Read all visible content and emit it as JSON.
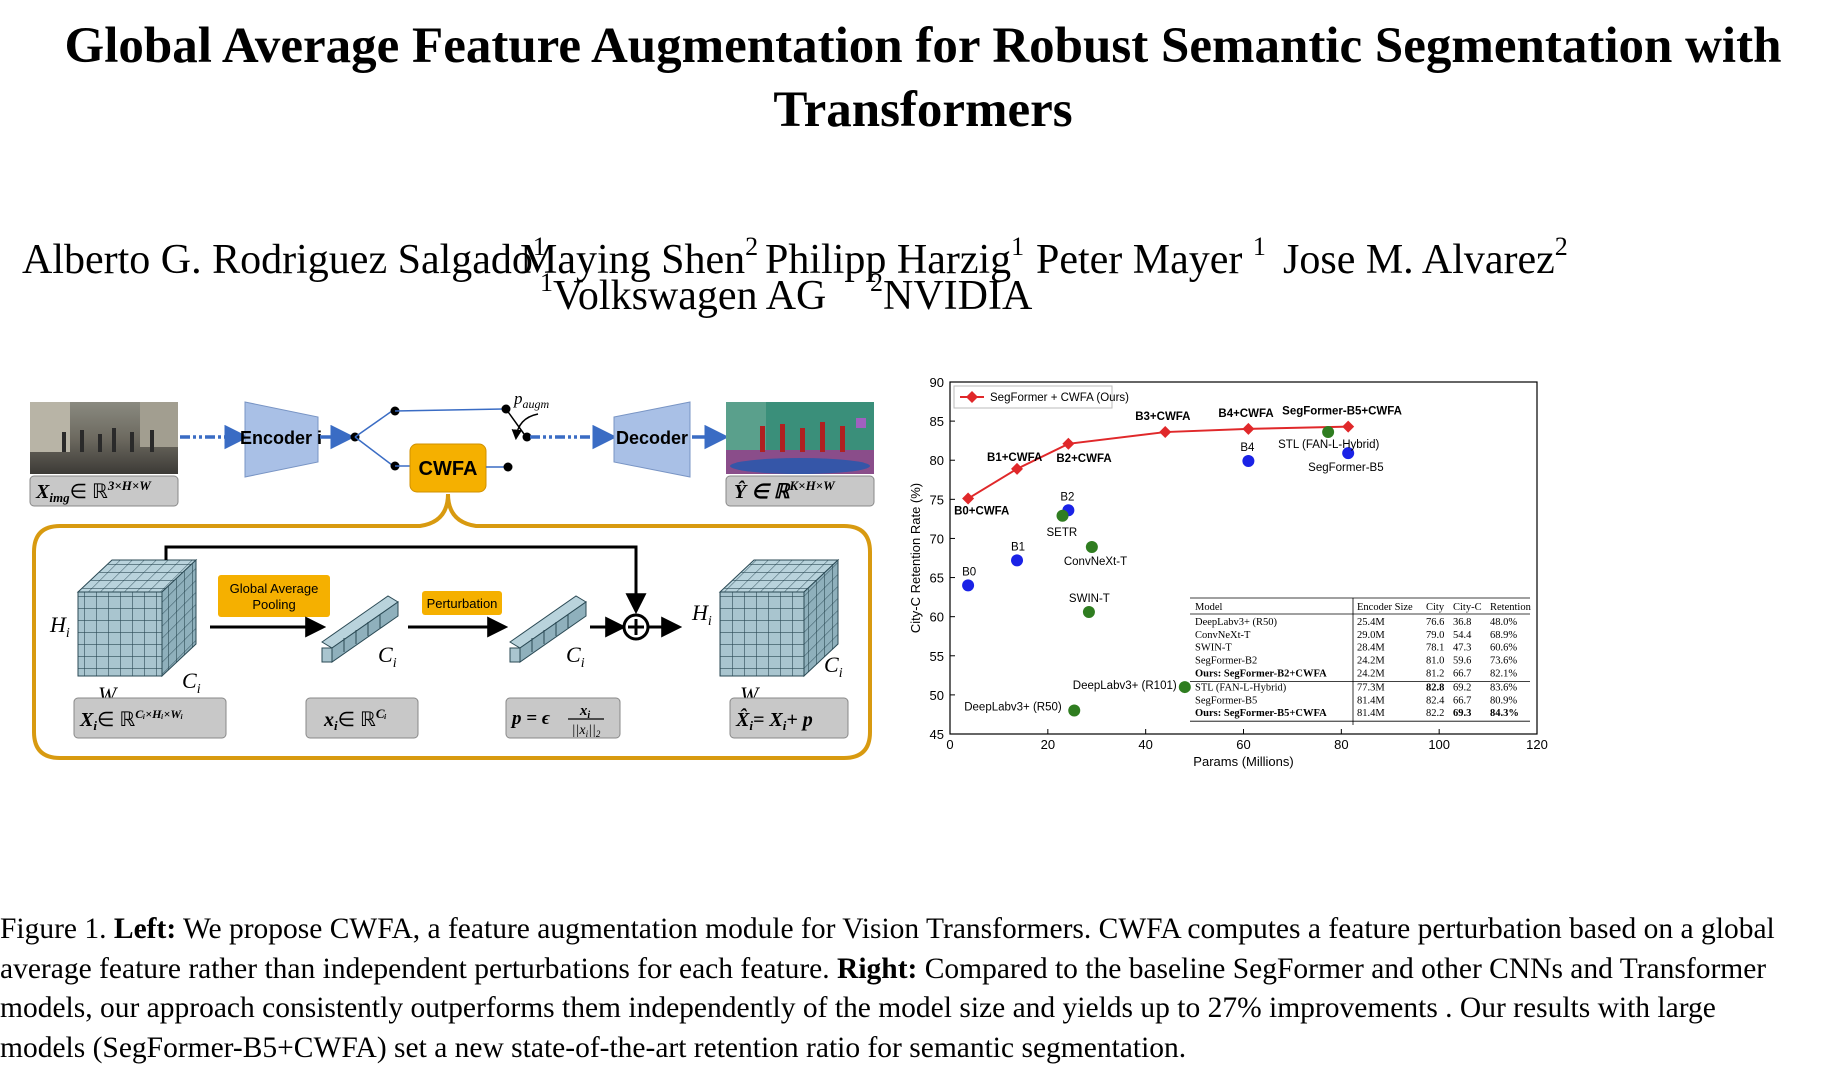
{
  "title": "Global Average Feature Augmentation for Robust Semantic Segmentation with Transformers",
  "authors": [
    {
      "name": "Alberto G. Rodriguez Salgado",
      "aff": "1"
    },
    {
      "name": "Maying Shen",
      "aff": "2"
    },
    {
      "name": "Philipp Harzig",
      "aff": "1"
    },
    {
      "name": "Peter Mayer",
      "aff": "1"
    },
    {
      "name": "Jose M. Alvarez",
      "aff": "2"
    }
  ],
  "affiliations": [
    {
      "num": "1",
      "name": "Volkswagen AG"
    },
    {
      "num": "2",
      "name": "NVIDIA"
    }
  ],
  "diagram": {
    "encoder": "Encoder i",
    "decoder": "Decoder",
    "cwfa": "CWFA",
    "p_augm": "p",
    "p_augm_sub": "augm",
    "gap": [
      "Global Average",
      "Pooling"
    ],
    "perturbation": "Perturbation",
    "x_img": "X",
    "x_img_sub": "img",
    "x_img_rest": "∈ ℝ",
    "x_img_sup": "3×H×W",
    "y_hat": "Ŷ ∈ ℝ",
    "y_hat_sup": "K×H×W",
    "Hi": "H",
    "Wi": "W",
    "Ci": "C",
    "i": "i",
    "xi_box": "X",
    "xi_box_rest": "∈ ℝ",
    "xi_box_sup": "Cᵢ×Hᵢ×Wᵢ",
    "vec_box": "x",
    "vec_box_rest": "∈ ℝ",
    "vec_box_sup": "Cᵢ",
    "p_box_lhs": "p = ϵ",
    "p_box_num": "x",
    "p_box_den": "||x",
    "p_box_den_tail": "||",
    "p_box_den_sub2": "2",
    "out_box": "X̂",
    "out_box_rest": "= X",
    "out_box_tail": "+ p"
  },
  "chart_data": {
    "type": "scatter",
    "title": "",
    "xlabel": "Params (Millions)",
    "ylabel": "City-C Retention Rate (%)",
    "xlim": [
      0,
      120
    ],
    "ylim": [
      45,
      90
    ],
    "xticks": [
      0,
      20,
      40,
      60,
      80,
      100,
      120
    ],
    "yticks": [
      45,
      50,
      55,
      60,
      65,
      70,
      75,
      80,
      85,
      90
    ],
    "legend": {
      "label": "SegFormer + CWFA (Ours)",
      "placement": "top-left"
    },
    "colors": {
      "ours": "#e0282a",
      "segformer": "#1a22e6",
      "other": "#2f7d20"
    },
    "series": [
      {
        "name": "SegFormer + CWFA (Ours)",
        "style": "line-diamond",
        "points": [
          {
            "x": 3.7,
            "y": 75.1,
            "label": "B0+CWFA"
          },
          {
            "x": 13.7,
            "y": 78.9,
            "label": "B1+CWFA"
          },
          {
            "x": 24.2,
            "y": 82.1,
            "label": "B2+CWFA"
          },
          {
            "x": 44.0,
            "y": 83.6,
            "label": "B3+CWFA"
          },
          {
            "x": 61.0,
            "y": 84.0,
            "label": "B4+CWFA"
          },
          {
            "x": 81.4,
            "y": 84.3,
            "label": "SegFormer-B5+CWFA"
          }
        ]
      },
      {
        "style": "dot-blue",
        "points": [
          {
            "x": 3.7,
            "y": 64.0,
            "label": "B0"
          },
          {
            "x": 13.7,
            "y": 67.2,
            "label": "B1"
          },
          {
            "x": 24.2,
            "y": 73.6,
            "label": "B2"
          },
          {
            "x": 61.0,
            "y": 79.9,
            "label": "B4"
          },
          {
            "x": 81.4,
            "y": 80.9,
            "label": "SegFormer-B5"
          }
        ]
      },
      {
        "style": "dot-green",
        "points": [
          {
            "x": 23.0,
            "y": 72.9,
            "label": "SETR"
          },
          {
            "x": 29.0,
            "y": 68.9,
            "label": "ConvNeXt-T"
          },
          {
            "x": 28.4,
            "y": 60.6,
            "label": "SWIN-T"
          },
          {
            "x": 77.3,
            "y": 83.6,
            "label": "STL (FAN-L-Hybrid)"
          },
          {
            "x": 48.0,
            "y": 51.0,
            "label": "DeepLabv3+ (R101)"
          },
          {
            "x": 25.4,
            "y": 48.0,
            "label": "DeepLabv3+ (R50)"
          }
        ]
      }
    ],
    "table": {
      "headers": [
        "Model",
        "Encoder Size",
        "City",
        "City-C",
        "Retention"
      ],
      "groups": [
        [
          {
            "cells": [
              "DeepLabv3+ (R50)",
              "25.4M",
              "76.6",
              "36.8",
              "48.0%"
            ],
            "bold": []
          },
          {
            "cells": [
              "ConvNeXt-T",
              "29.0M",
              "79.0",
              "54.4",
              "68.9%"
            ],
            "bold": []
          },
          {
            "cells": [
              "SWIN-T",
              "28.4M",
              "78.1",
              "47.3",
              "60.6%"
            ],
            "bold": []
          },
          {
            "cells": [
              "SegFormer-B2",
              "24.2M",
              "81.0",
              "59.6",
              "73.6%"
            ],
            "bold": []
          },
          {
            "cells": [
              "Ours: SegFormer-B2+CWFA",
              "24.2M",
              "81.2",
              "66.7",
              "82.1%"
            ],
            "bold": [
              0
            ]
          }
        ],
        [
          {
            "cells": [
              "STL (FAN-L-Hybrid)",
              "77.3M",
              "82.8",
              "69.2",
              "83.6%"
            ],
            "bold": [
              2
            ]
          },
          {
            "cells": [
              "SegFormer-B5",
              "81.4M",
              "82.4",
              "66.7",
              "80.9%"
            ],
            "bold": []
          },
          {
            "cells": [
              "Ours: SegFormer-B5+CWFA",
              "81.4M",
              "82.2",
              "69.3",
              "84.3%"
            ],
            "bold": [
              0,
              3,
              4
            ]
          }
        ]
      ]
    }
  },
  "caption": {
    "fig": "Figure 1.",
    "left_label": "Left:",
    "left_text": "We propose CWFA, a feature augmentation module for Vision Transformers. CWFA computes a feature perturbation based on a global average feature rather than independent perturbations for each feature.",
    "right_label": "Right:",
    "right_text": "Compared to the baseline SegFormer and other CNNs and Transformer models, our approach consistently outperforms them independently of the model size and yields up to 27% improvements . Our results with large models (SegFormer-B5+CWFA) set a new state-of-the-art retention ratio for semantic segmentation."
  }
}
